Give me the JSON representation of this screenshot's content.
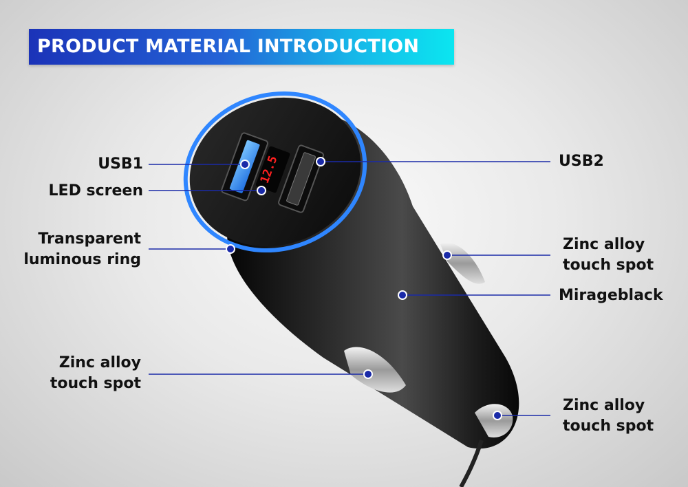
{
  "banner": {
    "title": "PRODUCT MATERIAL INTRODUCTION"
  },
  "display": {
    "reading": "12.5"
  },
  "labels": {
    "usb1": "USB1",
    "led_screen": "LED screen",
    "ring_line1": "Transparent",
    "ring_line2": "luminous ring",
    "zinc_left_line1": "Zinc alloy",
    "zinc_left_line2": "touch spot",
    "usb2": "USB2",
    "zinc_top_line1": "Zinc alloy",
    "zinc_top_line2": "touch spot",
    "mirageblack": "Mirageblack",
    "zinc_bottom_line1": "Zinc alloy",
    "zinc_bottom_line2": "touch spot"
  },
  "colors": {
    "accent_line": "#1a2aa8",
    "banner_start": "#1b33b8",
    "banner_end": "#0be6f0",
    "led_red": "#ff2020",
    "ring_blue": "#2f86ff",
    "body_black": "#1a1a1a"
  }
}
